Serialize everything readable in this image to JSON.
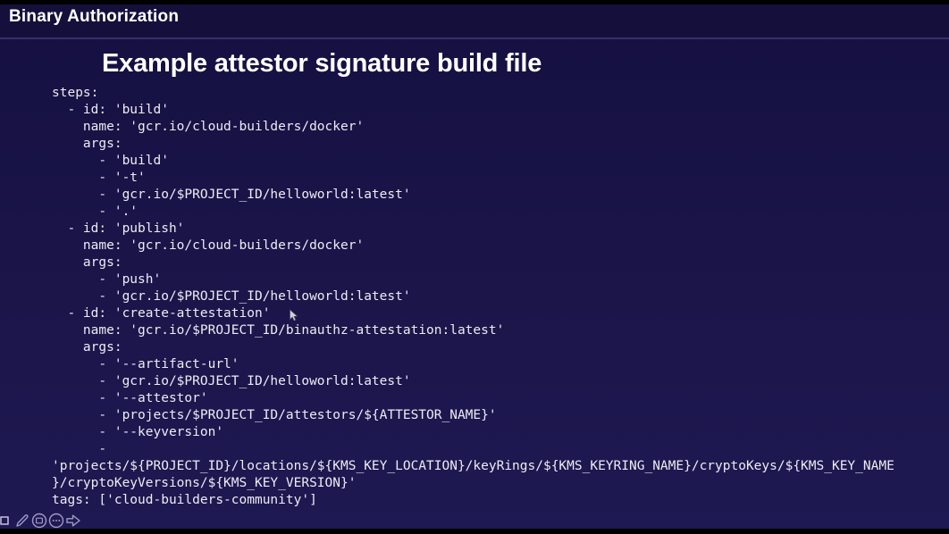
{
  "header": {
    "title": "Binary Authorization"
  },
  "slide": {
    "title": "Example attestor signature build file",
    "code": "steps:\n  - id: 'build'\n    name: 'gcr.io/cloud-builders/docker'\n    args:\n      - 'build'\n      - '-t'\n      - 'gcr.io/$PROJECT_ID/helloworld:latest'\n      - '.'\n  - id: 'publish'\n    name: 'gcr.io/cloud-builders/docker'\n    args:\n      - 'push'\n      - 'gcr.io/$PROJECT_ID/helloworld:latest'\n  - id: 'create-attestation'\n    name: 'gcr.io/$PROJECT_ID/binauthz-attestation:latest'\n    args:\n      - '--artifact-url'\n      - 'gcr.io/$PROJECT_ID/helloworld:latest'\n      - '--attestor'\n      - 'projects/$PROJECT_ID/attestors/${ATTESTOR_NAME}'\n      - '--keyversion'\n      -\n'projects/${PROJECT_ID}/locations/${KMS_KEY_LOCATION}/keyRings/${KMS_KEYRING_NAME}/cryptoKeys/${KMS_KEY_NAME\n}/cryptoKeyVersions/${KMS_KEY_VERSION}'\ntags: ['cloud-builders-community']"
  },
  "toolbar": {
    "icons": [
      "square-icon",
      "pencil-icon",
      "slides-icon",
      "more-icon",
      "forward-arrow-icon"
    ]
  },
  "colors": {
    "letterbox": "#000000",
    "header_bg": "#14103b",
    "main_bg_top": "#151041",
    "main_bg_mid": "#1b154a",
    "main_bg_bottom": "#1e1952",
    "divider": "#35306a",
    "text": "#edecf3",
    "icon_stroke": "#9f9ac6"
  }
}
